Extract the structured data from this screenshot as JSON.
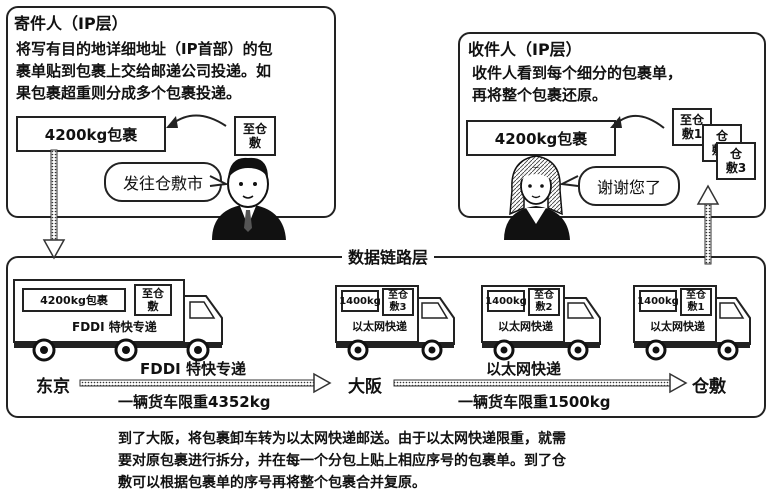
{
  "sender": {
    "title": "寄件人（IP层）",
    "lines": [
      "将写有目的地详细地址（IP首部）的包",
      "裹单贴到包裹上交给邮递公司投递。如",
      "果包裹超重则分成多个包裹投递。"
    ],
    "package_label": "4200kg包裹",
    "sticker": "至仓\n敷",
    "speech": "发往仓敷市"
  },
  "receiver": {
    "title": "收件人（IP层）",
    "lines": [
      "收件人看到每个细分的包裹单，",
      "再将整个包裹还原。"
    ],
    "package_label": "4200kg包裹",
    "stickers": [
      "至仓\n敷1",
      "仓\n敷2",
      "仓\n敷3"
    ],
    "speech": "谢谢您了"
  },
  "datalink": {
    "title": "数据链路层",
    "trucks": [
      {
        "cargo": "4200kg包裹",
        "sticker": "至仓\n敷",
        "side": "FDDI 特快专递"
      },
      {
        "cargo": "1400kg",
        "sticker": "至仓\n敷3",
        "side": "以太网快递"
      },
      {
        "cargo": "1400kg",
        "sticker": "至仓\n敷2",
        "side": "以太网快递"
      },
      {
        "cargo": "1400kg",
        "sticker": "至仓\n敷1",
        "side": "以太网快递"
      }
    ],
    "cities": [
      "东京",
      "大阪",
      "仓敷"
    ],
    "routes": [
      {
        "name": "FDDI 特快专递",
        "limit": "一辆货车限重4352kg"
      },
      {
        "name": "以太网快递",
        "limit": "一辆货车限重1500kg"
      }
    ]
  },
  "caption": [
    "到了大阪，将包裹卸车转为以太网快递邮送。由于以太网快递限重，就需",
    "要对原包裹进行拆分，并在每一个分包上贴上相应序号的包裹单。到了仓",
    "敷可以根据包裹单的序号再将整个包裹合并复原。"
  ]
}
